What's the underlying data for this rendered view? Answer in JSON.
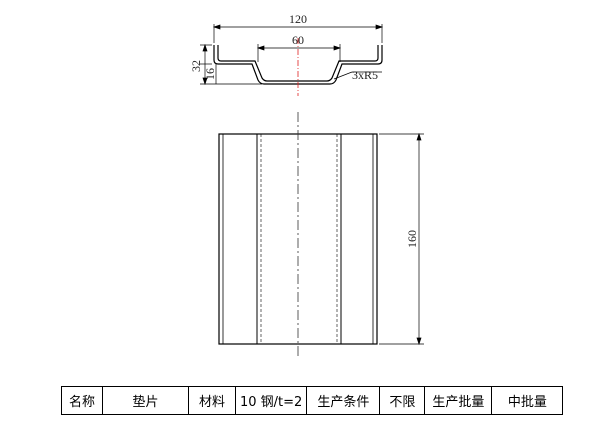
{
  "drawing": {
    "dimensions": {
      "overall_width": "120",
      "inner_width": "60",
      "overall_height": "32",
      "step_height": "16",
      "bend_radius": "3xR5",
      "length": "160"
    }
  },
  "spec_table": {
    "cells": [
      "名称",
      "垫片",
      "材料",
      "10 钢/t=2",
      "生产条件",
      "不限",
      "生产批量",
      "中批量"
    ]
  }
}
